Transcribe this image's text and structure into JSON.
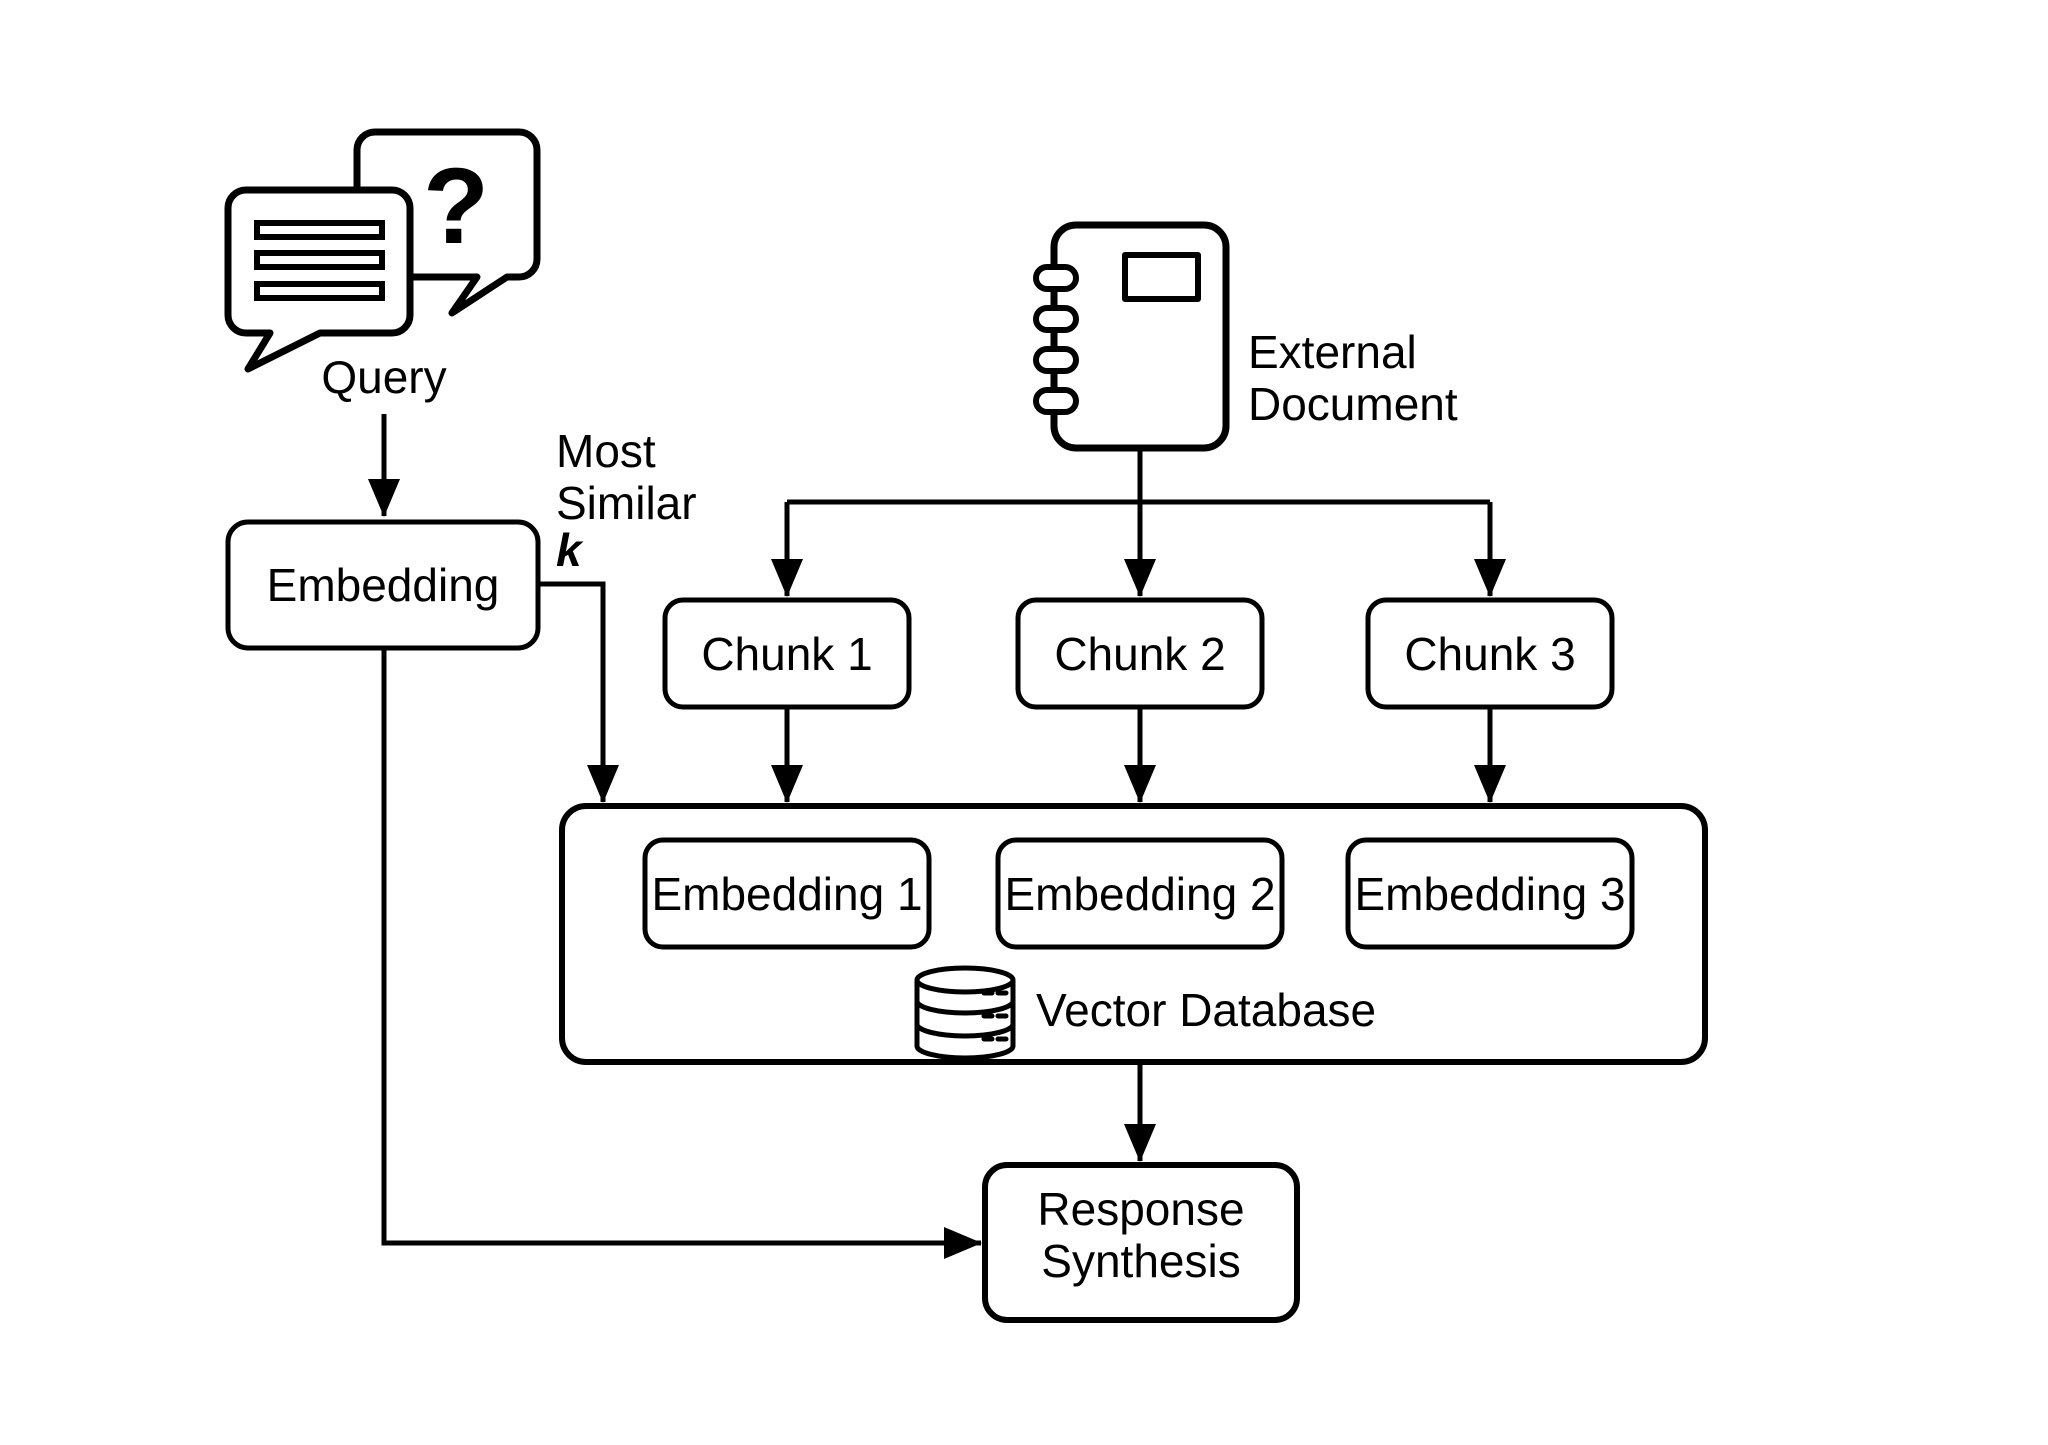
{
  "diagram": {
    "type": "flow-diagram",
    "colors": {
      "background": "#ffffff",
      "stroke": "#000000"
    },
    "labels": {
      "query": "Query",
      "question_mark": "?",
      "embedding": "Embedding",
      "most_similar": {
        "line1": "Most",
        "line2": "Similar",
        "line3": "k"
      },
      "external_document": {
        "line1": "External",
        "line2": "Document"
      },
      "chunks": [
        "Chunk 1",
        "Chunk 2",
        "Chunk 3"
      ],
      "embeddings": [
        "Embedding 1",
        "Embedding 2",
        "Embedding 3"
      ],
      "vector_database": "Vector Database",
      "response_synthesis": {
        "line1": "Response",
        "line2": "Synthesis"
      }
    }
  }
}
